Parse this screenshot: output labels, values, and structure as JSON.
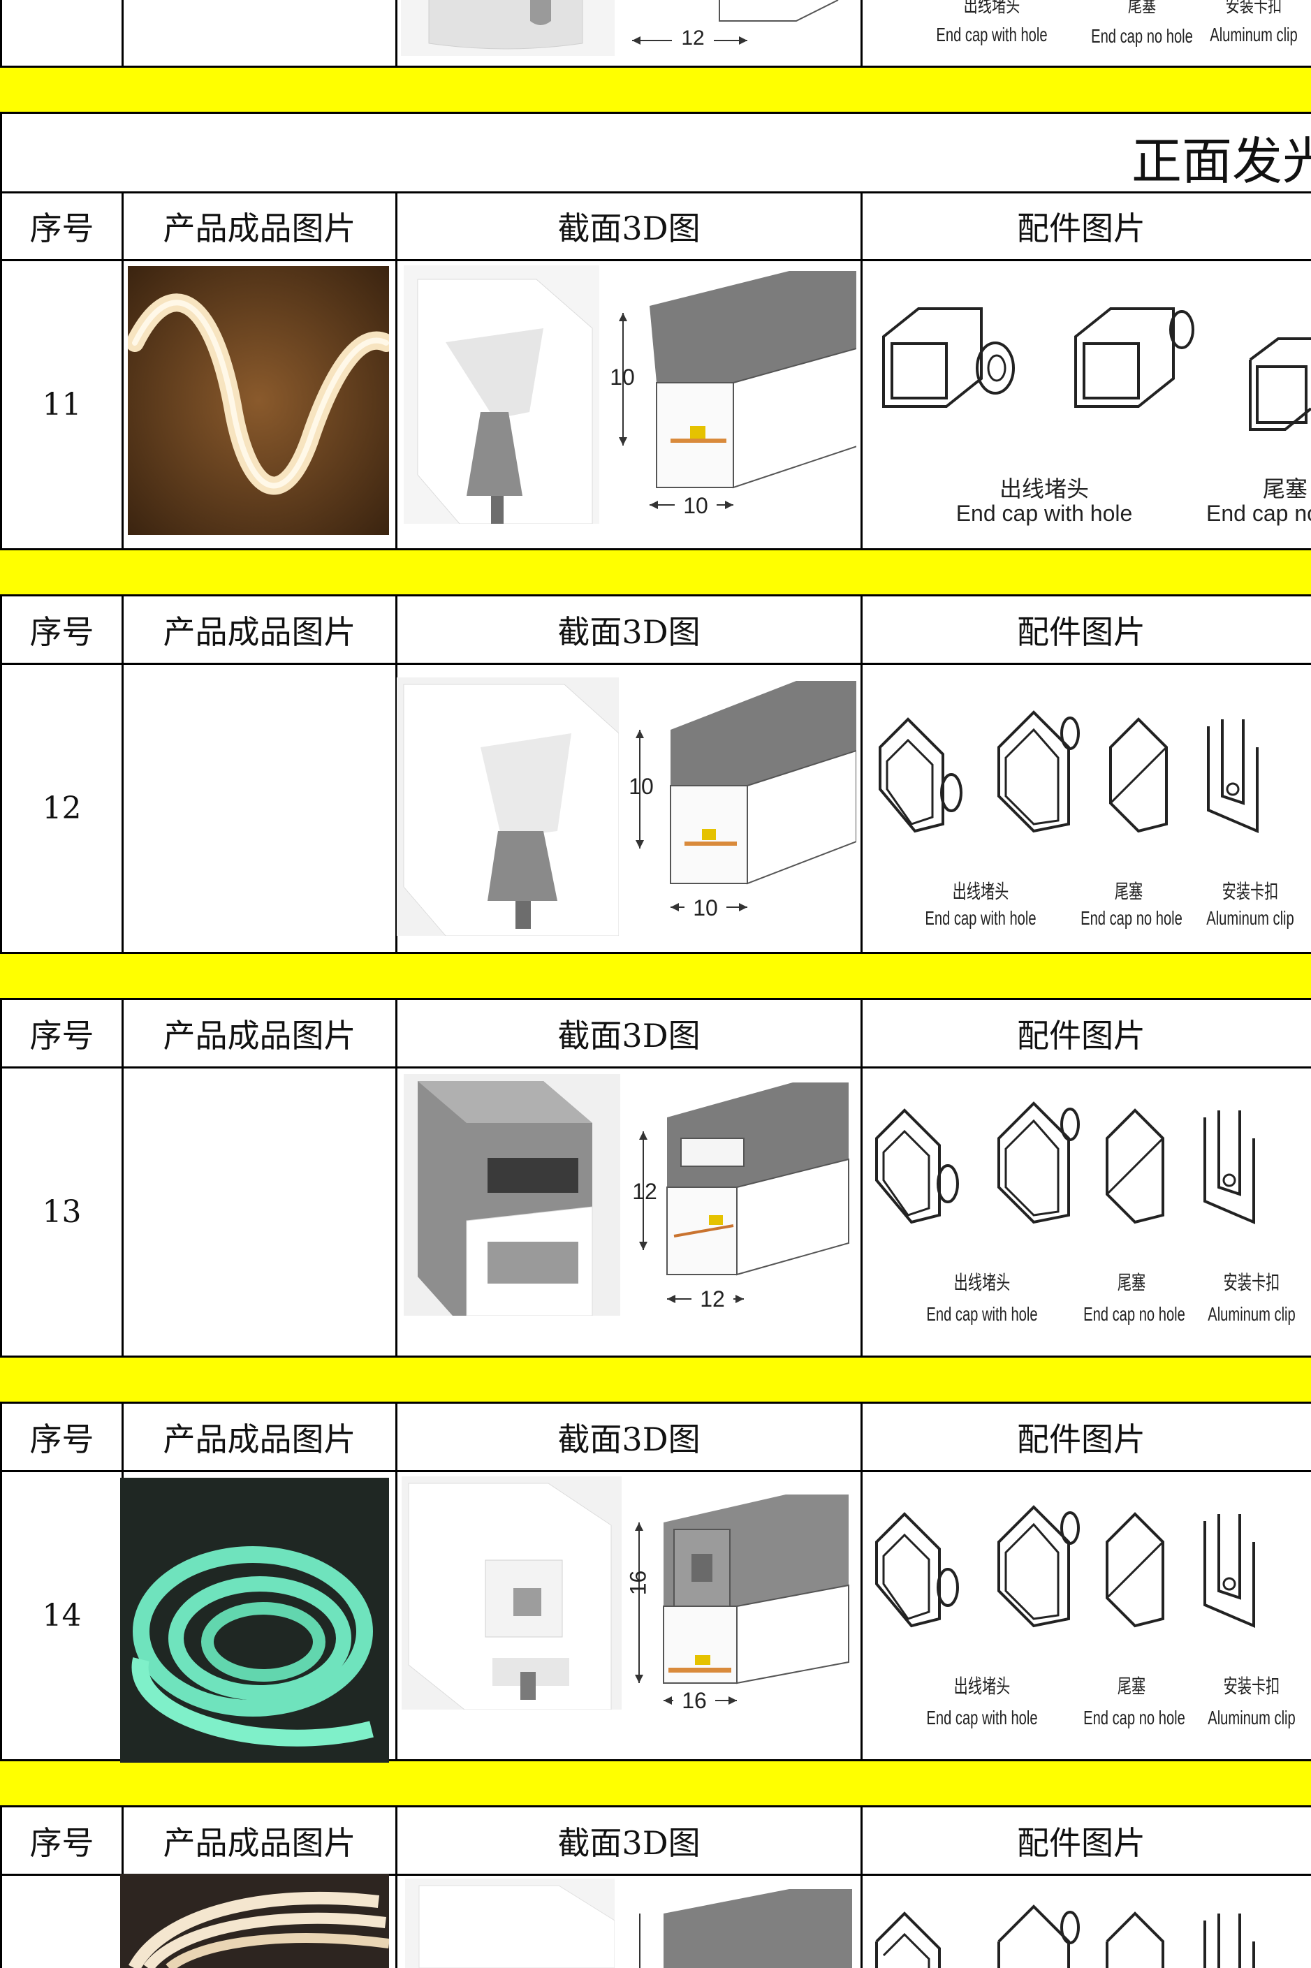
{
  "table": {
    "headers": {
      "index": "序号",
      "product_photo": "产品成品图片",
      "section_3d": "截面3D图",
      "accessories": "配件图片"
    },
    "section_title": "正面发光",
    "rows": [
      {
        "index": "11",
        "dims": {
          "height": "10",
          "width": "10"
        },
        "accessories": [
          {
            "zh": "出线堵头",
            "en": "End cap with hole"
          },
          {
            "zh": "尾塞",
            "en": "End cap no hole"
          }
        ]
      },
      {
        "index": "12",
        "dims": {
          "height": "10",
          "width": "10"
        },
        "accessories": [
          {
            "zh": "出线堵头",
            "en": "End cap with hole"
          },
          {
            "zh": "尾塞",
            "en": "End cap no hole"
          },
          {
            "zh": "安装卡扣",
            "en": "Aluminum clip"
          }
        ]
      },
      {
        "index": "13",
        "dims": {
          "height": "12",
          "width": "12"
        },
        "accessories": [
          {
            "zh": "出线堵头",
            "en": "End cap with hole"
          },
          {
            "zh": "尾塞",
            "en": "End cap no hole"
          },
          {
            "zh": "安装卡扣",
            "en": "Aluminum clip"
          }
        ]
      },
      {
        "index": "14",
        "dims": {
          "height": "16",
          "width": "16"
        },
        "accessories": [
          {
            "zh": "出线堵头",
            "en": "End cap with hole"
          },
          {
            "zh": "尾塞",
            "en": "End cap no hole"
          },
          {
            "zh": "安装卡扣",
            "en": "Aluminum clip"
          }
        ]
      }
    ],
    "top_partial": {
      "dim_width": "12",
      "accessories": [
        {
          "zh": "出线堵头",
          "en": "End cap with hole"
        },
        {
          "zh": "尾塞",
          "en": "End cap no hole"
        },
        {
          "zh": "安装卡扣",
          "en": "Aluminum clip"
        }
      ]
    }
  },
  "colors": {
    "separator": "#ffff00",
    "grid": "#000000",
    "warm_glow": "#f3d3a2",
    "green_glow": "#7fe9c6"
  }
}
